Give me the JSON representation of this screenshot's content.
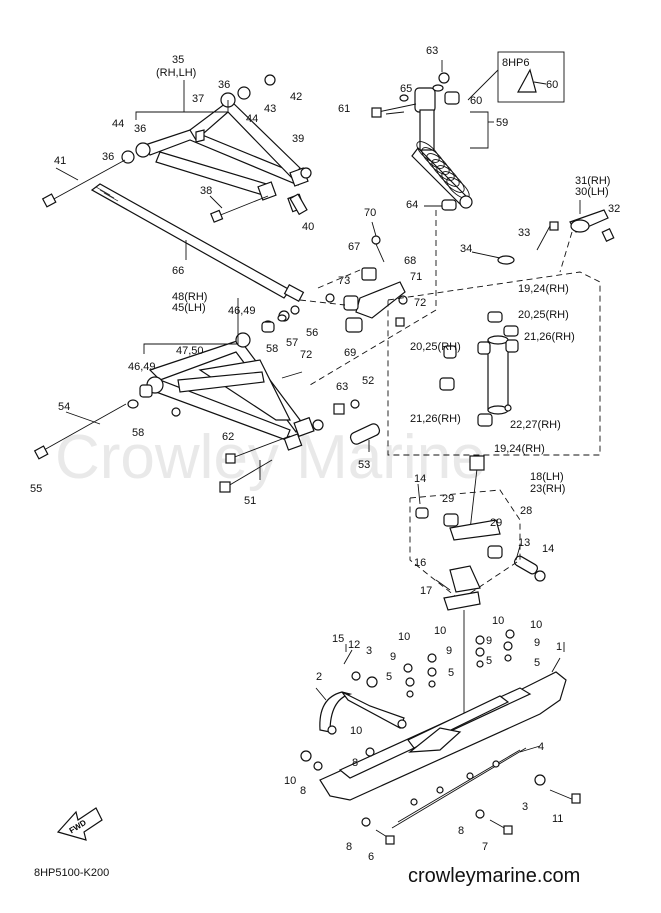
{
  "watermark": "Crowley Marine",
  "diagram_code": "8HP5100-K200",
  "website": "crowleymarine.com",
  "fwd_label": "FWD",
  "callouts": [
    {
      "id": "c35",
      "text": "35"
    },
    {
      "id": "c35b",
      "text": "(RH,LH)"
    },
    {
      "id": "c36a",
      "text": "36"
    },
    {
      "id": "c37",
      "text": "37"
    },
    {
      "id": "c36b",
      "text": "36"
    },
    {
      "id": "c43",
      "text": "43"
    },
    {
      "id": "c42",
      "text": "42"
    },
    {
      "id": "c44a",
      "text": "44"
    },
    {
      "id": "c44b",
      "text": "44"
    },
    {
      "id": "c36c",
      "text": "36"
    },
    {
      "id": "c39",
      "text": "39"
    },
    {
      "id": "c41",
      "text": "41"
    },
    {
      "id": "c38",
      "text": "38"
    },
    {
      "id": "c40",
      "text": "40"
    },
    {
      "id": "c66",
      "text": "66"
    },
    {
      "id": "c63a",
      "text": "63"
    },
    {
      "id": "c65",
      "text": "65"
    },
    {
      "id": "c8HP6",
      "text": "8HP6"
    },
    {
      "id": "c60a",
      "text": "60"
    },
    {
      "id": "c60b",
      "text": "60"
    },
    {
      "id": "c61",
      "text": "61"
    },
    {
      "id": "c59",
      "text": "59"
    },
    {
      "id": "c64",
      "text": "64"
    },
    {
      "id": "c70",
      "text": "70"
    },
    {
      "id": "c67",
      "text": "67"
    },
    {
      "id": "c68",
      "text": "68"
    },
    {
      "id": "c73",
      "text": "73"
    },
    {
      "id": "c71",
      "text": "71"
    },
    {
      "id": "c72a",
      "text": "72"
    },
    {
      "id": "c69",
      "text": "69"
    },
    {
      "id": "c31",
      "text": "31(RH)"
    },
    {
      "id": "c30",
      "text": "30(LH)"
    },
    {
      "id": "c32",
      "text": "32"
    },
    {
      "id": "c33",
      "text": "33"
    },
    {
      "id": "c34",
      "text": "34"
    },
    {
      "id": "c1924a",
      "text": "19,24(RH)"
    },
    {
      "id": "c2025a",
      "text": "20,25(RH)"
    },
    {
      "id": "c2126a",
      "text": "21,26(RH)"
    },
    {
      "id": "c2025b",
      "text": "20,25(RH)"
    },
    {
      "id": "c2126b",
      "text": "21,26(RH)"
    },
    {
      "id": "c2227",
      "text": "22,27(RH)"
    },
    {
      "id": "c1924b",
      "text": "19,24(RH)"
    },
    {
      "id": "c18",
      "text": "18(LH)"
    },
    {
      "id": "c23",
      "text": "23(RH)"
    },
    {
      "id": "c48",
      "text": "48(RH)"
    },
    {
      "id": "c45",
      "text": "45(LH)"
    },
    {
      "id": "c4649a",
      "text": "46,49"
    },
    {
      "id": "c4750",
      "text": "47,50"
    },
    {
      "id": "c4649b",
      "text": "46,49"
    },
    {
      "id": "c56",
      "text": "56"
    },
    {
      "id": "c57",
      "text": "57"
    },
    {
      "id": "c58a",
      "text": "58"
    },
    {
      "id": "c72b",
      "text": "72"
    },
    {
      "id": "c63b",
      "text": "63"
    },
    {
      "id": "c52",
      "text": "52"
    },
    {
      "id": "c54",
      "text": "54"
    },
    {
      "id": "c58b",
      "text": "58"
    },
    {
      "id": "c55",
      "text": "55"
    },
    {
      "id": "c62",
      "text": "62"
    },
    {
      "id": "c51",
      "text": "51"
    },
    {
      "id": "c53",
      "text": "53"
    },
    {
      "id": "c14a",
      "text": "14"
    },
    {
      "id": "c29a",
      "text": "29"
    },
    {
      "id": "c28",
      "text": "28"
    },
    {
      "id": "c29b",
      "text": "29"
    },
    {
      "id": "c13",
      "text": "13"
    },
    {
      "id": "c14b",
      "text": "14"
    },
    {
      "id": "c16",
      "text": "16"
    },
    {
      "id": "c17",
      "text": "17"
    },
    {
      "id": "c15",
      "text": "15"
    },
    {
      "id": "c12",
      "text": "12"
    },
    {
      "id": "c3a",
      "text": "3"
    },
    {
      "id": "c2",
      "text": "2"
    },
    {
      "id": "c10a",
      "text": "10"
    },
    {
      "id": "c10b",
      "text": "10"
    },
    {
      "id": "c9a",
      "text": "9"
    },
    {
      "id": "c9b",
      "text": "9"
    },
    {
      "id": "c5a",
      "text": "5"
    },
    {
      "id": "c5b",
      "text": "5"
    },
    {
      "id": "c10c",
      "text": "10"
    },
    {
      "id": "c10d",
      "text": "10"
    },
    {
      "id": "c9c",
      "text": "9"
    },
    {
      "id": "c9d",
      "text": "9"
    },
    {
      "id": "c5c",
      "text": "5"
    },
    {
      "id": "c5d",
      "text": "5"
    },
    {
      "id": "c1",
      "text": "1"
    },
    {
      "id": "c10e",
      "text": "10"
    },
    {
      "id": "c8a",
      "text": "8"
    },
    {
      "id": "c4",
      "text": "4"
    },
    {
      "id": "c10f",
      "text": "10"
    },
    {
      "id": "c8b",
      "text": "8"
    },
    {
      "id": "c3b",
      "text": "3"
    },
    {
      "id": "c11",
      "text": "11"
    },
    {
      "id": "c8c",
      "text": "8"
    },
    {
      "id": "c7",
      "text": "7"
    },
    {
      "id": "c8d",
      "text": "8"
    },
    {
      "id": "c6",
      "text": "6"
    }
  ]
}
